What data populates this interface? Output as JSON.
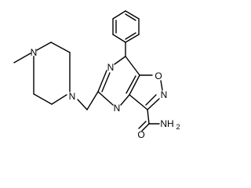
{
  "molecule": {
    "atom_labels": {
      "piperazine_n_methyl": "N",
      "piperazine_n_linked": "N",
      "ring_n_top": "N",
      "ring_n_bottom": "N",
      "isoxazole_o": "O",
      "isoxazole_n": "N",
      "amide_n": "NH",
      "amide_n_h_count": "2",
      "amide_o": "O"
    }
  }
}
